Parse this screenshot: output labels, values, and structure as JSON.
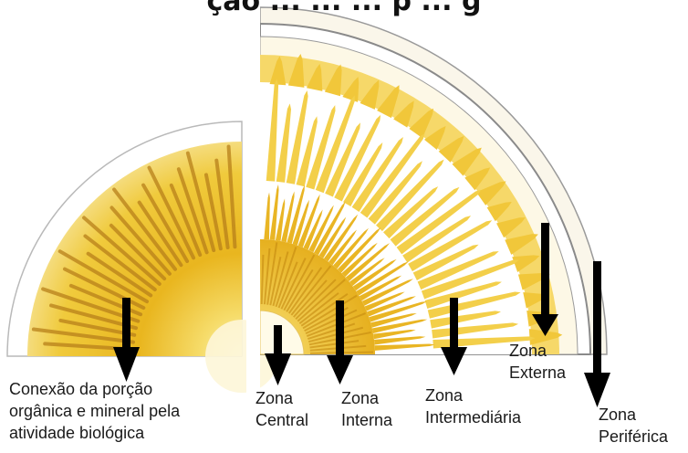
{
  "title": "ção ... ... ... p ... g",
  "colors": {
    "background": "#ffffff",
    "arrow": "#000000",
    "yellow_bright": "#f2c21a",
    "yellow_pale": "#f7e49a",
    "ochre": "#c98f12",
    "outline": "#8a8a8a"
  },
  "labels": {
    "conexao": [
      "Conexão da porção",
      "orgânica e mineral pela",
      "atividade biológica"
    ],
    "central": [
      "Zona",
      "Central"
    ],
    "interna": [
      "Zona",
      "Interna"
    ],
    "intermediaria": [
      "Zona",
      "Intermediária"
    ],
    "externa": [
      "Zona",
      "Externa"
    ],
    "periferica": [
      "Zona",
      "Periférica"
    ]
  },
  "arrows": [
    "arrow-conexao",
    "arrow-central",
    "arrow-interna",
    "arrow-intermediaria",
    "arrow-externa",
    "arrow-periferica"
  ],
  "icons": {
    "arrow": "down-arrow-icon"
  }
}
